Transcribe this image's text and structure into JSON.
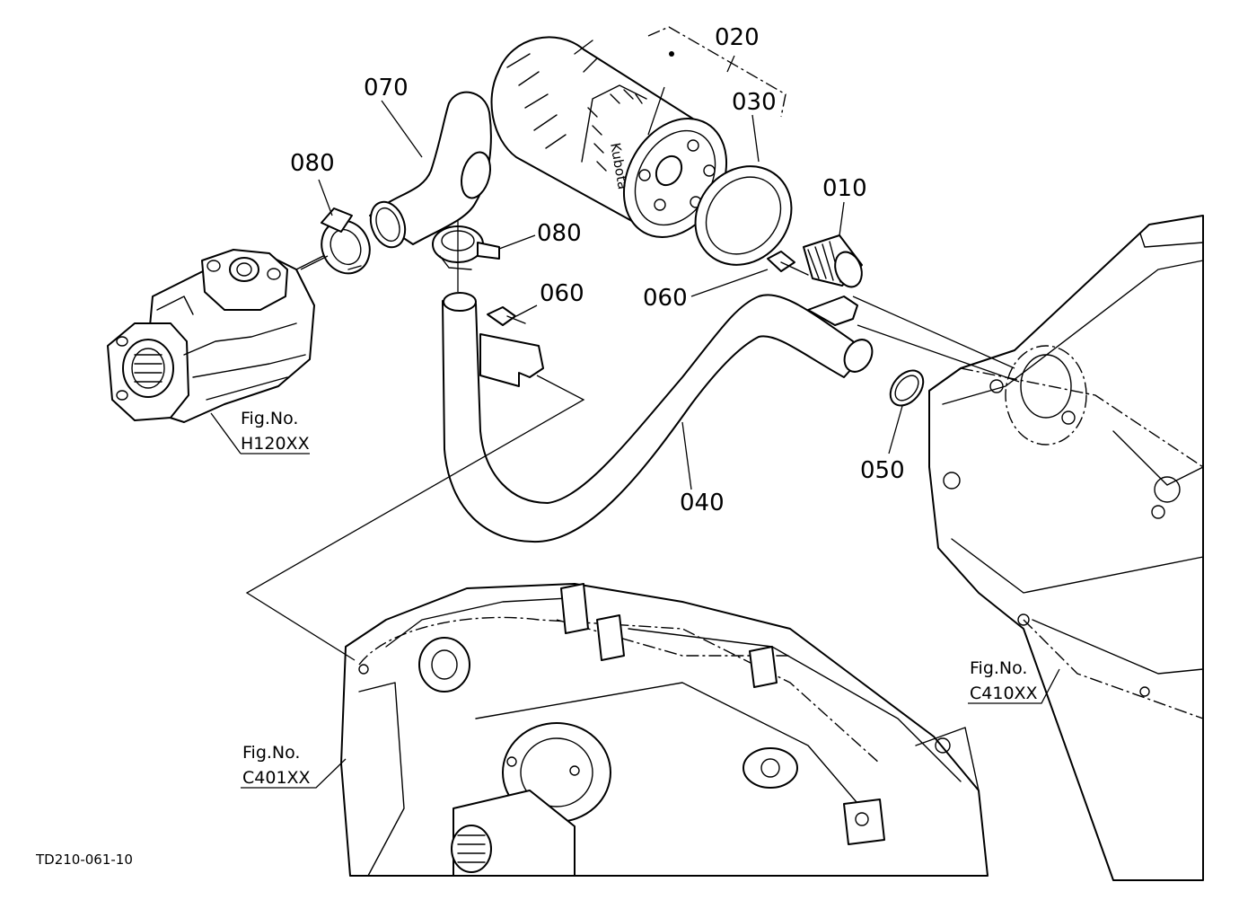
{
  "diagram": {
    "drawing_code": "TD210-061-10",
    "brand_mark": "Kubota",
    "part_labels": [
      "010",
      "020",
      "030",
      "040",
      "050",
      "060",
      "060",
      "070",
      "080",
      "080"
    ],
    "figure_refs": [
      {
        "prefix": "Fig.No.",
        "code": "H120XX"
      },
      {
        "prefix": "Fig.No.",
        "code": "C410XX"
      },
      {
        "prefix": "Fig.No.",
        "code": "C401XX"
      }
    ]
  }
}
